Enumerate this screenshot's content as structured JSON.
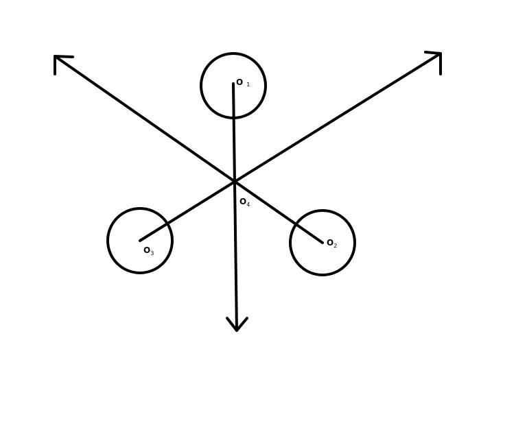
{
  "diagram": {
    "labels": {
      "o1": {
        "main": "O",
        "sub": "1"
      },
      "o2": {
        "main": "O",
        "sub": "2"
      },
      "o3": {
        "main": "O",
        "sub": "3"
      },
      "o4": {
        "main": "O",
        "sub": "4"
      }
    },
    "colors": {
      "ink": "#000000",
      "background": "#ffffff"
    }
  }
}
